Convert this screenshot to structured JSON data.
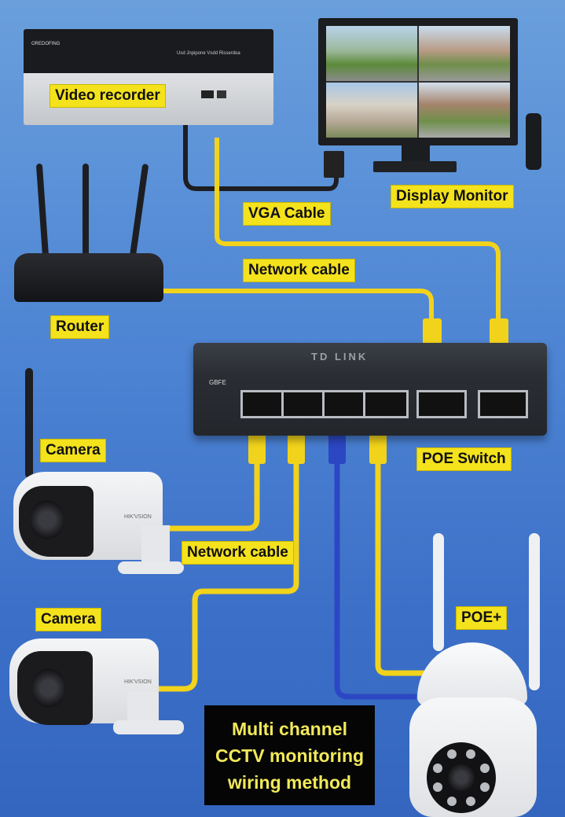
{
  "diagram": {
    "title_lines": [
      "Multi channel",
      "CCTV monitoring",
      "wiring method"
    ],
    "labels": {
      "video_recorder": "Video recorder",
      "display_monitor": "Display Monitor",
      "vga_cable": "VGA Cable",
      "network_cable_top": "Network cable",
      "router": "Router",
      "camera_1": "Camera",
      "poe_switch": "POE Switch",
      "network_cable_mid": "Network cable",
      "camera_2": "Camera",
      "poe_plus": "POE+"
    },
    "device_text": {
      "recorder_brand": "OREDOFING",
      "recorder_panel_text": "Usd Jnpipone Vsdd Risserdoa",
      "switch_brand": "TD LINK",
      "switch_model": "GBFE",
      "camera_brand_1": "HIK'VSION",
      "camera_brand_2": "HIK'VSION"
    },
    "colors": {
      "background": "#4f86d4",
      "label_bg": "#f4e21c",
      "yellow_cable": "#f2d31b",
      "blue_cable": "#2c47c4",
      "vga_cable": "#1e1e22",
      "title_bg": "#050505",
      "title_text": "#f1e95a"
    },
    "connections": [
      {
        "from": "Video recorder",
        "to": "Display Monitor",
        "via": "VGA Cable"
      },
      {
        "from": "Video recorder",
        "to": "POE Switch",
        "via": "Network cable"
      },
      {
        "from": "Router",
        "to": "POE Switch",
        "via": "Network cable"
      },
      {
        "from": "POE Switch",
        "to": "Camera",
        "via": "Network cable"
      },
      {
        "from": "POE Switch",
        "to": "Camera",
        "via": "Network cable"
      },
      {
        "from": "POE Switch",
        "to": "POE+",
        "via": "Network cable"
      }
    ]
  }
}
